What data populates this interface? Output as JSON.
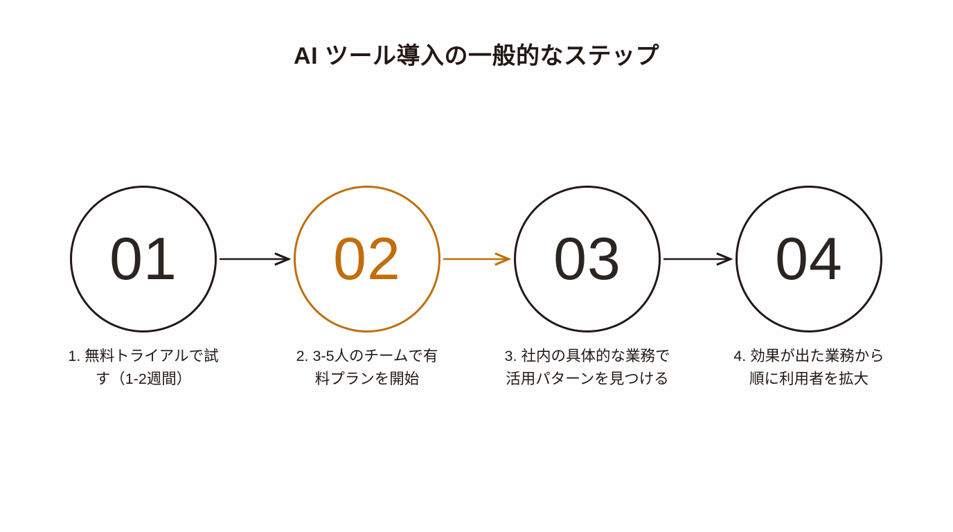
{
  "slide": {
    "background_color": "#FEFEFE",
    "title": "AI ツール導入の一般的なステップ",
    "accent_color": "#C06E0C",
    "default_color": "#231815"
  },
  "diagram": {
    "type": "horizontal-step-flow",
    "step_count": 4,
    "highlighted_step": 2,
    "steps": [
      {
        "number": "01",
        "caption": "1. 無料トライアルで試す（1-2週間）",
        "caption_line_1": "1. 無料トライアルで試",
        "caption_line_2": "す（1-2週間）",
        "color": "#231815",
        "highlighted": false
      },
      {
        "number": "02",
        "caption": "2. 3-5人のチームで有料プランを開始",
        "caption_line_1": "2. 3-5人のチームで有",
        "caption_line_2": "料プランを開始",
        "color": "#C06E0C",
        "highlighted": true
      },
      {
        "number": "03",
        "caption": "3. 社内の具体的な業務で活用パターンを見つける",
        "caption_line_1": "3. 社内の具体的な業務で",
        "caption_line_2": "活用パターンを見つける",
        "color": "#231815",
        "highlighted": false
      },
      {
        "number": "04",
        "caption": "4. 効果が出た業務から順に利用者を拡大",
        "caption_line_1": "4. 効果が出た業務から",
        "caption_line_2": "順に利用者を拡大",
        "color": "#231815",
        "highlighted": false
      }
    ],
    "connectors": [
      {
        "from": "01",
        "to": "02",
        "color": "#231815"
      },
      {
        "from": "02",
        "to": "03",
        "color": "#C06E0C"
      },
      {
        "from": "03",
        "to": "04",
        "color": "#231815"
      }
    ]
  }
}
